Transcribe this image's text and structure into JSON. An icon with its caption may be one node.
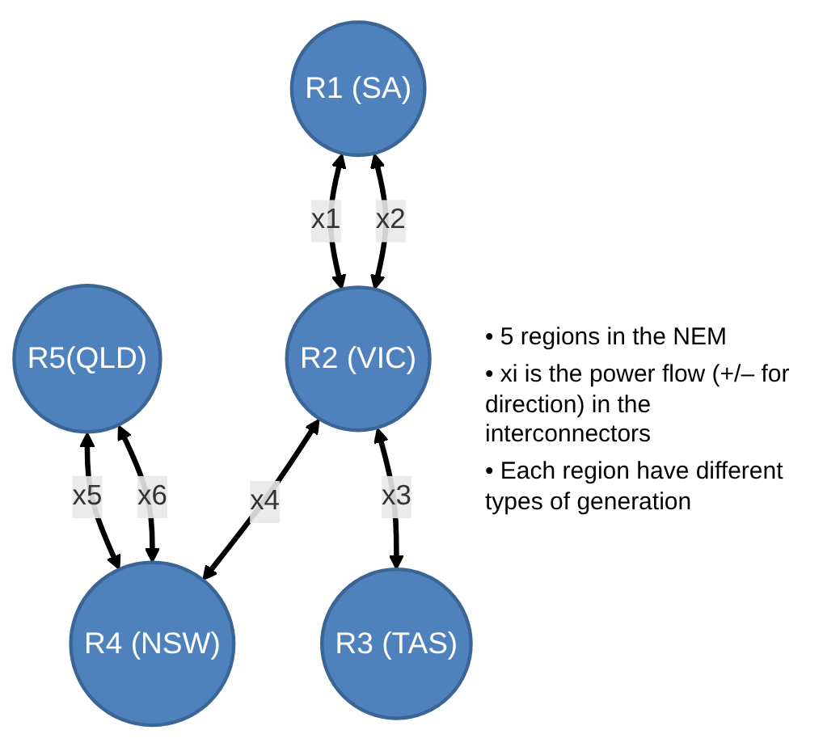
{
  "diagram": {
    "nodes": [
      {
        "text": [
          "R1 (SA)"
        ]
      },
      {
        "text": [
          "R5(QLD)"
        ]
      },
      {
        "text": [
          "R2 (VIC)"
        ]
      },
      {
        "text": [
          "R4 (NSW)"
        ]
      },
      {
        "text": [
          "R3 (TAS)"
        ]
      }
    ],
    "edges": [
      {
        "from": 0,
        "to": 2,
        "arrow": "both",
        "label": "x1"
      },
      {
        "from": 0,
        "to": 2,
        "arrow": "both",
        "label": "x2"
      },
      {
        "from": 2,
        "to": 3,
        "arrow": "both",
        "label": "x4"
      },
      {
        "from": 1,
        "to": 3,
        "arrow": "both",
        "label": "x5"
      },
      {
        "from": 1,
        "to": 3,
        "arrow": "both",
        "label": "x6"
      },
      {
        "from": 2,
        "to": 4,
        "arrow": "both",
        "label": "x3"
      }
    ],
    "labels": [
      "• 5 regions in the NEM",
      "• xi is the power flow (+/– for direction) in the interconnectors",
      "• Each region have different types of generation"
    ]
  }
}
